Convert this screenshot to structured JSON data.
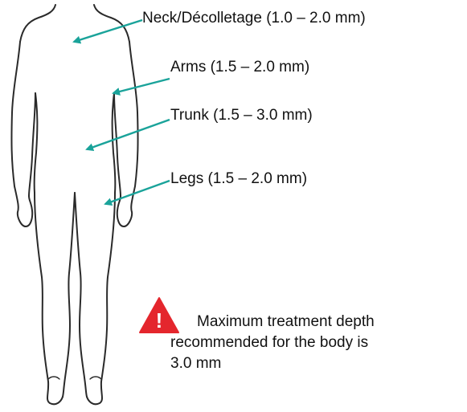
{
  "colors": {
    "arrow": "#1aa39a",
    "outline": "#2a2a2a",
    "warning": "#e4262d",
    "text": "#111111"
  },
  "figure": {
    "icon": "human-body-outline-icon"
  },
  "labels": {
    "neck": "Neck/Décolletage (1.0 – 2.0 mm)",
    "arms": "Arms (1.5 – 2.0 mm)",
    "trunk": "Trunk (1.5 – 3.0 mm)",
    "legs": "Legs (1.5 – 2.0 mm)"
  },
  "warning": {
    "icon": "warning-triangle-icon",
    "symbol": "!",
    "line1": "Maximum treatment depth",
    "line2": "recommended for the body is",
    "line3": "3.0 mm"
  }
}
